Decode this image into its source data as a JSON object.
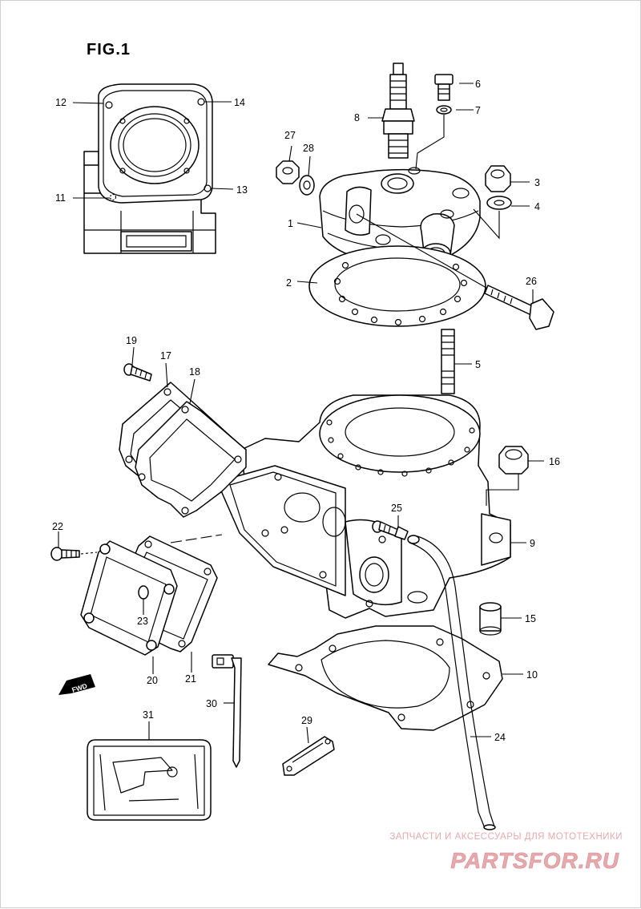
{
  "figure": {
    "title": "FIG.1"
  },
  "labels": {
    "l1": "1",
    "l2": "2",
    "l3": "3",
    "l4": "4",
    "l5": "5",
    "l6": "6",
    "l7": "7",
    "l8": "8",
    "l9": "9",
    "l10": "10",
    "l11": "11",
    "l12": "12",
    "l13": "13",
    "l14": "14",
    "l15": "15",
    "l16": "16",
    "l17": "17",
    "l18": "18",
    "l19": "19",
    "l20": "20",
    "l21": "21",
    "l22": "22",
    "l23": "23",
    "l24": "24",
    "l25": "25",
    "l26": "26",
    "l27": "27",
    "l28": "28",
    "l29": "29",
    "l30": "30",
    "l31": "31"
  },
  "fwd_badge": "FWD",
  "watermark": {
    "tagline": "ЗАПЧАСТИ И АКСЕССУАРЫ ДЛЯ МОТОТЕХНИКИ",
    "logo_text": "PARTSFOR.RU",
    "color": "#e8a9ad"
  }
}
